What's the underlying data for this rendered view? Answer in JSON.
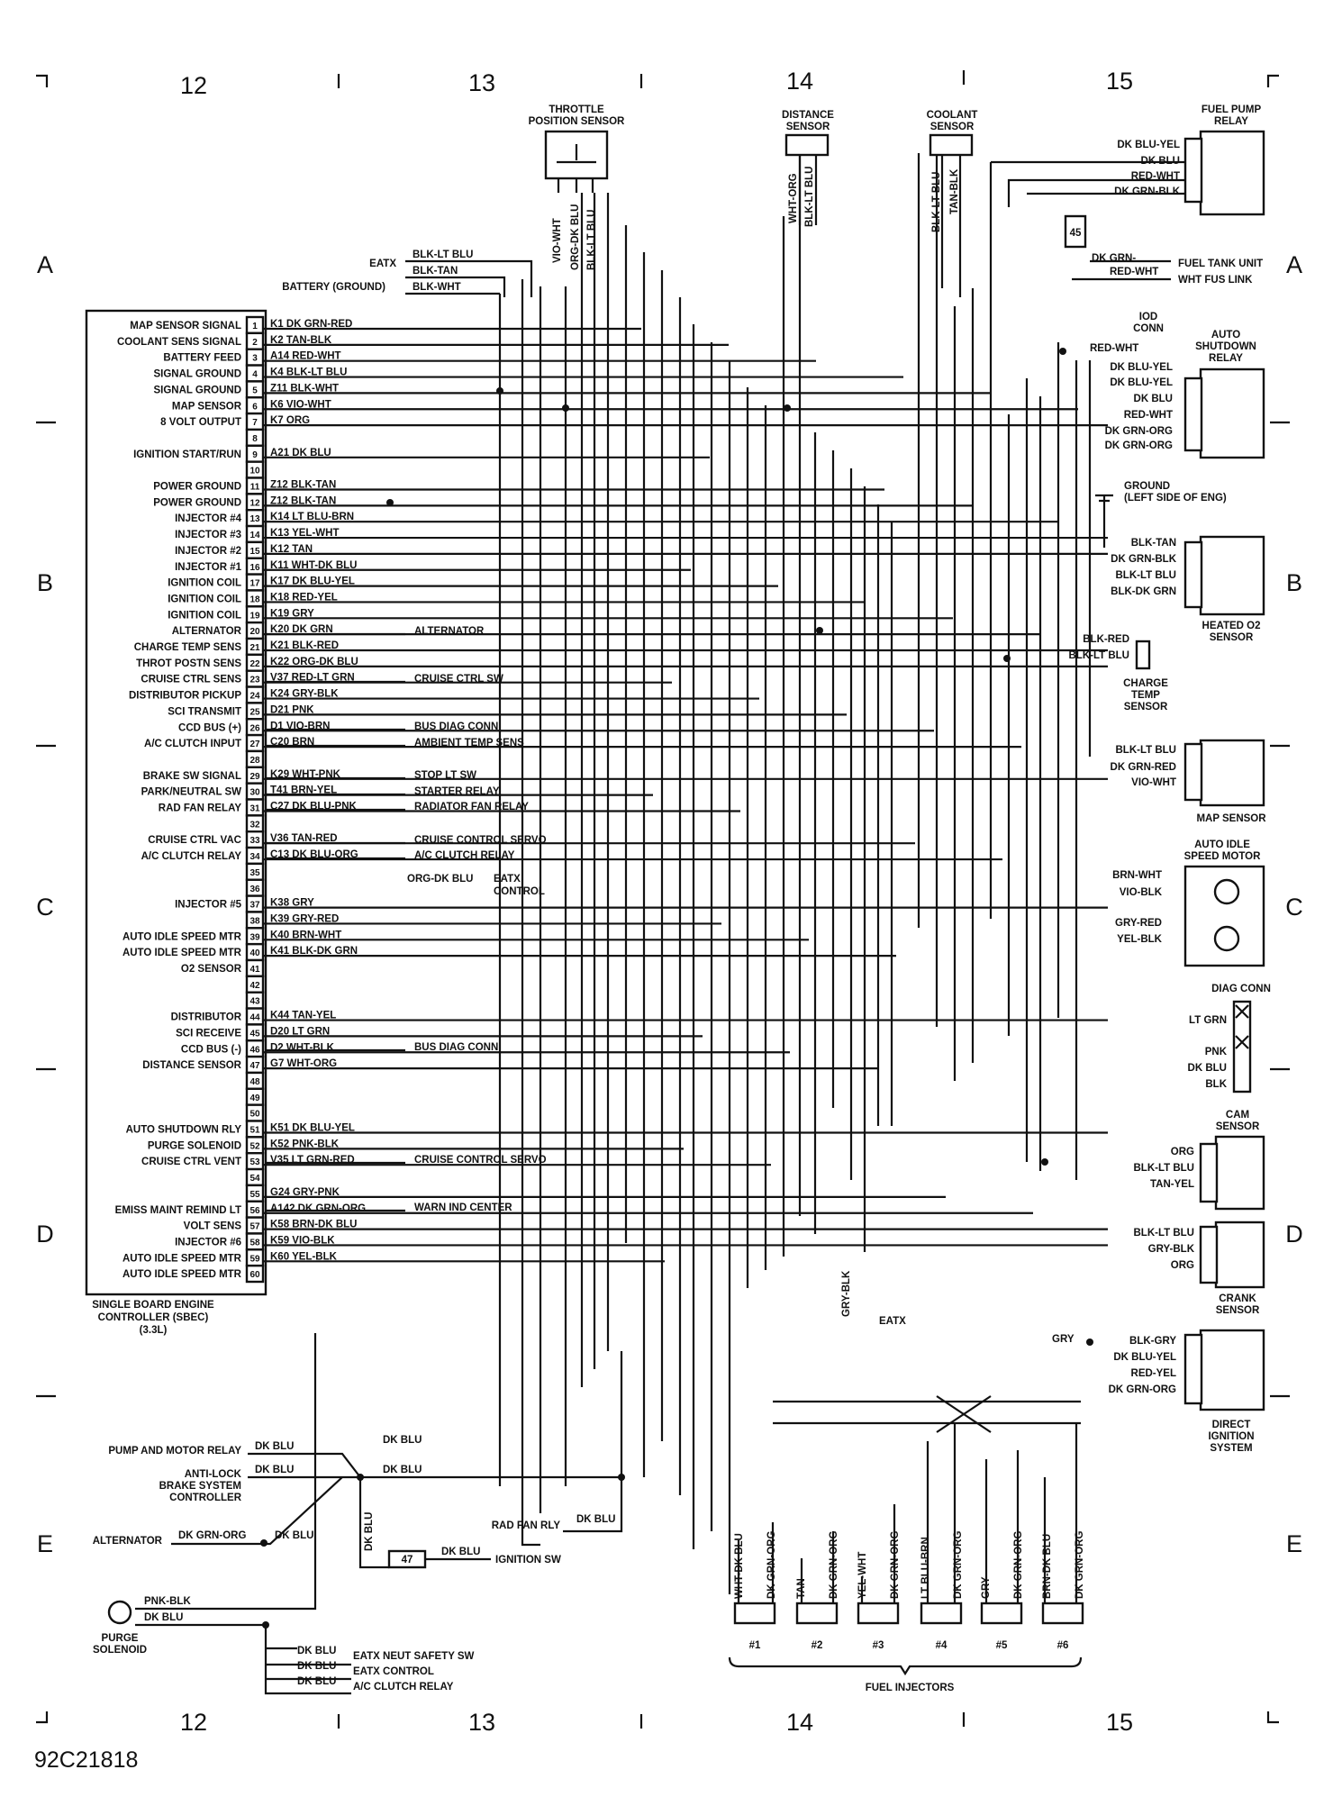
{
  "page": {
    "figure_id": "92C21818"
  },
  "grid": {
    "columns": [
      "12",
      "13",
      "14",
      "15"
    ],
    "rows": [
      "A",
      "B",
      "C",
      "D",
      "E"
    ]
  },
  "sbec": {
    "caption": [
      "SINGLE BOARD ENGINE",
      "CONTROLLER (SBEC)",
      "(3.3L)"
    ],
    "pins": [
      {
        "n": "1",
        "name": "MAP SENSOR SIGNAL",
        "wire": "K1 DK GRN-RED"
      },
      {
        "n": "2",
        "name": "COOLANT SENS SIGNAL",
        "wire": "K2 TAN-BLK"
      },
      {
        "n": "3",
        "name": "BATTERY FEED",
        "wire": "A14 RED-WHT"
      },
      {
        "n": "4",
        "name": "SIGNAL GROUND",
        "wire": "K4 BLK-LT BLU"
      },
      {
        "n": "5",
        "name": "SIGNAL GROUND",
        "wire": "Z11 BLK-WHT"
      },
      {
        "n": "6",
        "name": "MAP SENSOR",
        "wire": "K6 VIO-WHT"
      },
      {
        "n": "7",
        "name": "8 VOLT OUTPUT",
        "wire": "K7 ORG"
      },
      {
        "n": "8",
        "name": "",
        "wire": ""
      },
      {
        "n": "9",
        "name": "IGNITION START/RUN",
        "wire": "A21 DK BLU"
      },
      {
        "n": "10",
        "name": "",
        "wire": ""
      },
      {
        "n": "11",
        "name": "POWER GROUND",
        "wire": "Z12 BLK-TAN"
      },
      {
        "n": "12",
        "name": "POWER GROUND",
        "wire": "Z12 BLK-TAN"
      },
      {
        "n": "13",
        "name": "INJECTOR #4",
        "wire": "K14 LT BLU-BRN"
      },
      {
        "n": "14",
        "name": "INJECTOR #3",
        "wire": "K13 YEL-WHT"
      },
      {
        "n": "15",
        "name": "INJECTOR #2",
        "wire": "K12 TAN"
      },
      {
        "n": "16",
        "name": "INJECTOR #1",
        "wire": "K11 WHT-DK BLU"
      },
      {
        "n": "17",
        "name": "IGNITION COIL",
        "wire": "K17 DK BLU-YEL"
      },
      {
        "n": "18",
        "name": "IGNITION COIL",
        "wire": "K18 RED-YEL"
      },
      {
        "n": "19",
        "name": "IGNITION COIL",
        "wire": "K19 GRY"
      },
      {
        "n": "20",
        "name": "ALTERNATOR",
        "wire": "K20 DK GRN"
      },
      {
        "n": "21",
        "name": "CHARGE TEMP SENS",
        "wire": "K21 BLK-RED"
      },
      {
        "n": "22",
        "name": "THROT POSTN SENS",
        "wire": "K22 ORG-DK BLU"
      },
      {
        "n": "23",
        "name": "CRUISE CTRL SENS",
        "wire": "V37 RED-LT GRN"
      },
      {
        "n": "24",
        "name": "DISTRIBUTOR PICKUP",
        "wire": "K24 GRY-BLK"
      },
      {
        "n": "25",
        "name": "SCI TRANSMIT",
        "wire": "D21 PNK"
      },
      {
        "n": "26",
        "name": "CCD BUS (+)",
        "wire": "D1 VIO-BRN"
      },
      {
        "n": "27",
        "name": "A/C CLUTCH INPUT",
        "wire": "C20 BRN"
      },
      {
        "n": "28",
        "name": "",
        "wire": ""
      },
      {
        "n": "29",
        "name": "BRAKE SW SIGNAL",
        "wire": "K29 WHT-PNK"
      },
      {
        "n": "30",
        "name": "PARK/NEUTRAL SW",
        "wire": "T41 BRN-YEL"
      },
      {
        "n": "31",
        "name": "RAD FAN RELAY",
        "wire": "C27 DK BLU-PNK"
      },
      {
        "n": "32",
        "name": "",
        "wire": ""
      },
      {
        "n": "33",
        "name": "CRUISE CTRL VAC",
        "wire": "V36 TAN-RED"
      },
      {
        "n": "34",
        "name": "A/C CLUTCH RELAY",
        "wire": "C13 DK BLU-ORG"
      },
      {
        "n": "35",
        "name": "",
        "wire": ""
      },
      {
        "n": "36",
        "name": "",
        "wire": ""
      },
      {
        "n": "37",
        "name": "INJECTOR #5",
        "wire": "K38 GRY"
      },
      {
        "n": "38",
        "name": "",
        "wire": "K39 GRY-RED"
      },
      {
        "n": "39",
        "name": "AUTO IDLE SPEED MTR",
        "wire": "K40 BRN-WHT"
      },
      {
        "n": "40",
        "name": "AUTO IDLE SPEED MTR",
        "wire": "K41 BLK-DK GRN"
      },
      {
        "n": "41",
        "name": "O2 SENSOR",
        "wire": ""
      },
      {
        "n": "42",
        "name": "",
        "wire": ""
      },
      {
        "n": "43",
        "name": "",
        "wire": ""
      },
      {
        "n": "44",
        "name": "DISTRIBUTOR",
        "wire": "K44 TAN-YEL"
      },
      {
        "n": "45",
        "name": "SCI RECEIVE",
        "wire": "D20 LT GRN"
      },
      {
        "n": "46",
        "name": "CCD BUS (-)",
        "wire": "D2 WHT-BLK"
      },
      {
        "n": "47",
        "name": "DISTANCE SENSOR",
        "wire": "G7 WHT-ORG"
      },
      {
        "n": "48",
        "name": "",
        "wire": ""
      },
      {
        "n": "49",
        "name": "",
        "wire": ""
      },
      {
        "n": "50",
        "name": "",
        "wire": ""
      },
      {
        "n": "51",
        "name": "AUTO SHUTDOWN RLY",
        "wire": "K51 DK BLU-YEL"
      },
      {
        "n": "52",
        "name": "PURGE SOLENOID",
        "wire": "K52 PNK-BLK"
      },
      {
        "n": "53",
        "name": "CRUISE CTRL VENT",
        "wire": "V35 LT GRN-RED"
      },
      {
        "n": "54",
        "name": "",
        "wire": ""
      },
      {
        "n": "55",
        "name": "",
        "wire": "G24 GRY-PNK"
      },
      {
        "n": "56",
        "name": "EMISS MAINT REMIND LT",
        "wire": "A142 DK GRN-ORG"
      },
      {
        "n": "57",
        "name": "VOLT SENS",
        "wire": "K58 BRN-DK BLU"
      },
      {
        "n": "58",
        "name": "INJECTOR #6",
        "wire": "K59 VIO-BLK"
      },
      {
        "n": "59",
        "name": "AUTO IDLE SPEED MTR",
        "wire": "K60 YEL-BLK"
      },
      {
        "n": "60",
        "name": "AUTO IDLE SPEED MTR",
        "wire": ""
      }
    ]
  },
  "texts": {
    "eatx": "EATX",
    "blk_lt_blu": "BLK-LT BLU",
    "blk_tan": "BLK-TAN",
    "battery_ground": "BATTERY (GROUND)",
    "blk_wht": "BLK-WHT",
    "throttle_1": "THROTTLE",
    "throttle_2": "POSITION SENSOR",
    "vio_wht": "VIO-WHT",
    "org_dk_blu": "ORG-DK BLU",
    "blk_lt_blu_v": "BLK-LT BLU",
    "distance_1": "DISTANCE",
    "distance_2": "SENSOR",
    "wht_org": "WHT-ORG",
    "blk_lt_blu_d": "BLK-LT BLU",
    "coolant_1": "COOLANT",
    "coolant_2": "SENSOR",
    "blk_lt_blu_c": "BLK-LT BLU",
    "tan_blk": "TAN-BLK",
    "fpr_1": "FUEL PUMP",
    "fpr_2": "RELAY",
    "fpr_w1": "DK BLU-YEL",
    "fpr_w2": "DK BLU",
    "fpr_w3": "RED-WHT",
    "fpr_w4": "DK GRN-BLK",
    "splice45": "45",
    "dk_grn": "DK GRN-",
    "red_wht": "RED-WHT",
    "fuel_tank_unit": "FUEL TANK UNIT",
    "wht_fus_link": "WHT FUS LINK",
    "iod_1": "IOD",
    "iod_2": "CONN",
    "iod_red_wht": "RED-WHT",
    "asd_1": "AUTO",
    "asd_2": "SHUTDOWN",
    "asd_3": "RELAY",
    "asd_w1": "DK BLU-YEL",
    "asd_w2": "DK BLU-YEL",
    "asd_w3": "DK BLU",
    "asd_w4": "RED-WHT",
    "asd_w5": "DK GRN-ORG",
    "asd_w6": "DK GRN-ORG",
    "ground_1": "GROUND",
    "ground_2": "(LEFT SIDE OF ENG)",
    "o2_w1": "BLK-TAN",
    "o2_w2": "DK GRN-BLK",
    "o2_w3": "BLK-LT BLU",
    "o2_w4": "BLK-DK GRN",
    "o2_1": "HEATED O2",
    "o2_2": "SENSOR",
    "cts_w1": "BLK-RED",
    "cts_w2": "BLK-LT BLU",
    "cts_1": "CHARGE",
    "cts_2": "TEMP",
    "cts_3": "SENSOR",
    "map_w1": "BLK-LT BLU",
    "map_w2": "DK GRN-RED",
    "map_w3": "VIO-WHT",
    "map_label": "MAP SENSOR",
    "ais_1": "AUTO IDLE",
    "ais_2": "SPEED MOTOR",
    "ais_w1": "BRN-WHT",
    "ais_w2": "VIO-BLK",
    "ais_w3": "GRY-RED",
    "ais_w4": "YEL-BLK",
    "diag_label": "DIAG CONN",
    "diag_w1": "LT GRN",
    "diag_w2": "PNK",
    "diag_w3": "DK BLU",
    "diag_w4": "BLK",
    "cam_1": "CAM",
    "cam_2": "SENSOR",
    "cam_w1": "ORG",
    "cam_w2": "BLK-LT BLU",
    "cam_w3": "TAN-YEL",
    "crank_w1": "BLK-LT BLU",
    "crank_w2": "GRY-BLK",
    "crank_w3": "ORG",
    "crank_1": "CRANK",
    "crank_2": "SENSOR",
    "dis_gry": "GRY",
    "dis_w1": "BLK-GRY",
    "dis_w2": "DK BLU-YEL",
    "dis_w3": "RED-YEL",
    "dis_w4": "DK GRN-ORG",
    "dis_1": "DIRECT",
    "dis_2": "IGNITION",
    "dis_3": "SYSTEM",
    "alt": "ALTERNATOR",
    "cruise_sw": "CRUISE CTRL SW",
    "bus_diag_conn": "BUS DIAG CONN",
    "ambient": "AMBIENT TEMP SENS",
    "stop_lt": "STOP LT SW",
    "starter": "STARTER RELAY",
    "rad_fan": "RADIATOR FAN RELAY",
    "cruise_servo": "CRUISE CONTROL SERVO",
    "ac_clutch": "A/C CLUTCH RELAY",
    "eatx_org": "ORG-DK BLU",
    "eatx_ctl1": "EATX",
    "eatx_ctl2": "CONTROL",
    "bus_diag_conn2": "BUS DIAG CONN",
    "cruise_servo2": "CRUISE CONTROL SERVO",
    "warn": "WARN IND CENTER",
    "gry_blk": "GRY-BLK",
    "eatx2": "EATX",
    "pump_motor": "PUMP AND MOTOR RELAY",
    "abs_1": "ANTI-LOCK",
    "abs_2": "BRAKE SYSTEM",
    "abs_3": "CONTROLLER",
    "alternator_e": "ALTERNATOR",
    "dk_grn_org": "DK GRN-ORG",
    "dk_blu_a": "DK BLU",
    "dk_blu_b": "DK BLU",
    "dk_blu_c": "DK BLU",
    "dk_blu_d": "DK BLU",
    "dk_blu_e": "DK BLU",
    "dk_blu_v": "DK BLU",
    "rad_fan_rly": "RAD FAN RLY",
    "dk_blu_rf": "DK BLU",
    "splice47": "47",
    "dk_blu_ig": "DK BLU",
    "ignition_sw": "IGNITION SW",
    "pnk_blk": "PNK-BLK",
    "dk_blu_p": "DK BLU",
    "purge_1": "PURGE",
    "purge_2": "SOLENOID",
    "dk_blu_n1": "DK BLU",
    "dk_blu_n2": "DK BLU",
    "dk_blu_n3": "DK BLU",
    "eatx_neut": "EATX NEUT SAFETY SW",
    "eatx_control": "EATX CONTROL",
    "ac_clutch_relay": "A/C CLUTCH RELAY",
    "fuel_injectors": "FUEL INJECTORS"
  },
  "injectors": [
    {
      "label": "#1",
      "wires": [
        "WHT-DK BLU",
        "DK GRN-ORG"
      ]
    },
    {
      "label": "#2",
      "wires": [
        "TAN",
        "DK GRN-ORG"
      ]
    },
    {
      "label": "#3",
      "wires": [
        "YEL-WHT",
        "DK GRN-ORG"
      ]
    },
    {
      "label": "#4",
      "wires": [
        "LT BLU-BRN",
        "DK GRN-ORG"
      ]
    },
    {
      "label": "#5",
      "wires": [
        "GRY",
        "DK GRN-ORG"
      ]
    },
    {
      "label": "#6",
      "wires": [
        "BRN-DK BLU",
        "DK GRN-ORG"
      ]
    }
  ]
}
